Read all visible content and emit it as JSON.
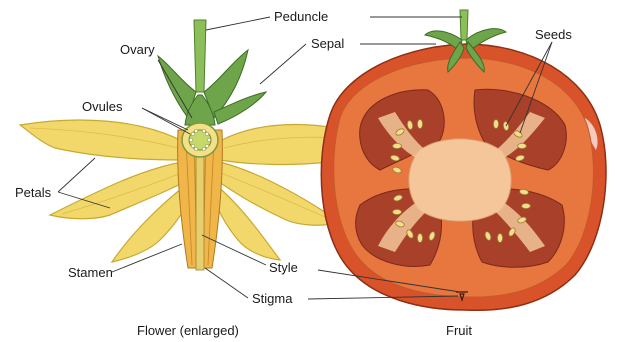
{
  "labels": {
    "peduncle": "Peduncle",
    "sepal": "Sepal",
    "ovary": "Ovary",
    "ovules": "Ovules",
    "petals": "Petals",
    "stamen": "Stamen",
    "style": "Style",
    "stigma": "Stigma",
    "seeds": "Seeds"
  },
  "captions": {
    "flower": "Flower (enlarged)",
    "fruit": "Fruit"
  },
  "colors": {
    "petal": "#f2d86a",
    "petal_edge": "#c9a832",
    "sepal": "#6fa54a",
    "stem": "#8cbf5a",
    "stamen_tube": "#f0b64a",
    "fruit_skin": "#d9532a",
    "fruit_flesh": "#e8763f",
    "locule": "#a8402a",
    "seed": "#f3dc8e"
  }
}
